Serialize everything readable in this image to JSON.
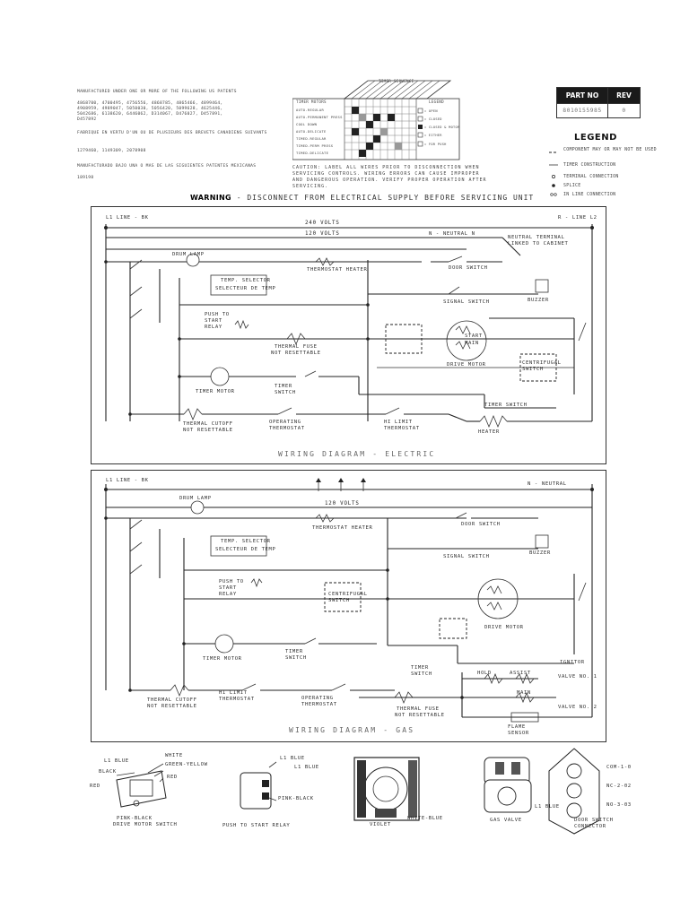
{
  "header": {
    "patent_en": "MANUFACTURED UNDER ONE OR MORE OF THE FOLLOWING US PATENTS",
    "patent_numbers_1": "4868700,  4700495,  4756556,  4868785,  4865466,  4899464,",
    "patent_numbers_2": "4908959,  4989047,  5050030,  5056420,  5099628,  4625446,",
    "patent_numbers_3": "5042686,  6138620,  6446062,  D314067,  D476027,  D457891,",
    "patent_numbers_4": "D457892",
    "patent_fr": "FABRIQUE EN VERTU D'UN OU DE PLUSIEURS DES BREVETS CANADIENS SUIVANTS",
    "patent_fr_numbers": "1279460,  1149309,  2078908",
    "patent_es": "MANUFACTURADO BAJO UNA O MAS DE LAS SIGUIENTES PATENTES MEXICANAS",
    "patent_es_numbers": "189198"
  },
  "timer_chart": {
    "title": "TIMER SEQUENCE",
    "column_header": "TIMER MOTORS",
    "rows": [
      "AUTO-REGULAR",
      "AUTO-PERMANENT PRESS",
      "COOL DOWN",
      "AUTO-DELICATE",
      "TIMED-REGULAR",
      "TIMED-PERM PRESS",
      "TIMED-DELICATE"
    ],
    "legend_title": "LEGEND",
    "legend_items": [
      "= OPEN",
      "= CLOSED",
      "= CLOSED & MOTOR",
      "= EITHER",
      "= FOR PUSH"
    ]
  },
  "part_box": {
    "part_no_label": "PART NO",
    "rev_label": "REV",
    "part_no_value": "8010155985",
    "rev_value": "0"
  },
  "legend": {
    "title": "LEGEND",
    "items": [
      "COMPONENT MAY OR MAY NOT BE USED",
      "TIMER CONSTRUCTION",
      "TERMINAL CONNECTION",
      "SPLICE",
      "IN LINE CONNECTION"
    ]
  },
  "caution": {
    "line1": "CAUTION: LABEL ALL WIRES PRIOR TO DISCONNECTION WHEN",
    "line2": "SERVICING CONTROLS. WIRING ERRORS CAN CAUSE IMPROPER",
    "line3": "AND DANGEROUS OPERATION. VERIFY PROPER OPERATION AFTER",
    "line4": "SERVICING."
  },
  "warning": {
    "label": "WARNING",
    "text": "- DISCONNECT FROM ELECTRICAL SUPPLY BEFORE SERVICING UNIT"
  },
  "electric": {
    "title": "WIRING DIAGRAM - ELECTRIC",
    "l1": "L1 LINE - BK",
    "l2": "R - LINE L2",
    "v240": "240 VOLTS",
    "v120": "120 VOLTS",
    "neutral": "N - NEUTRAL N",
    "neutral_terminal": "NEUTRAL TERMINAL",
    "linked_cabinet": "LINKED TO CABINET",
    "drum_lamp": "DRUM LAMP",
    "thermostat_heater": "THERMOSTAT HEATER",
    "door_switch": "DOOR SWITCH",
    "temp_selector": "TEMP. SELECTOR",
    "temp_selector_fr": "SELECTEUR DE TEMP",
    "signal_switch": "SIGNAL SWITCH",
    "buzzer": "BUZZER",
    "push_start": "PUSH TO START RELAY",
    "thermal_fuse": "THERMAL FUSE",
    "not_resettable": "NOT RESETTABLE",
    "drive_motor": "DRIVE MOTOR",
    "start": "START",
    "main": "MAIN",
    "timer_motor": "TIMER MOTOR",
    "timer_switch": "TIMER SWITCH",
    "timer_switch2": "TIMER SWITCH",
    "thermal_cutoff": "THERMAL CUTOFF",
    "cutoff_nr": "NOT RESETTABLE",
    "operating_thermostat": "OPERATING THERMOSTAT",
    "hi_limit": "HI LIMIT THERMOSTAT",
    "heater": "HEATER",
    "centrifugal": "CENTRIFUGAL SWITCH"
  },
  "gas": {
    "title": "WIRING DIAGRAM - GAS",
    "l1": "L1 LINE - BK",
    "neutral": "N - NEUTRAL",
    "v120": "120 VOLTS",
    "drum_lamp": "DRUM LAMP",
    "thermostat_heater": "THERMOSTAT HEATER",
    "door_switch": "DOOR SWITCH",
    "temp_selector": "TEMP. SELECTOR",
    "temp_selector_fr": "SELECTEUR DE TEMP",
    "signal_switch": "SIGNAL SWITCH",
    "buzzer": "BUZZER",
    "push_start": "PUSH TO START RELAY",
    "centrifugal": "CENTRIFUGAL SWITCH",
    "drive_motor": "DRIVE MOTOR",
    "timer_motor": "TIMER MOTOR",
    "timer_switch": "TIMER SWITCH",
    "timer_switch2": "TIMER SWITCH",
    "thermal_cutoff": "THERMAL CUTOFF",
    "cutoff_nr": "NOT RESETTABLE",
    "hi_limit": "HI LIMIT THERMOSTAT",
    "operating_thermostat": "OPERATING THERMOSTAT",
    "thermal_fuse": "THERMAL FUSE",
    "fuse_nr": "NOT RESETTABLE",
    "ignitor": "IGNITOR",
    "hold": "HOLD",
    "assist": "ASSIST",
    "main": "MAIN",
    "valve1": "VALVE NO. 1",
    "valve2": "VALVE NO. 2",
    "flame_sensor": "FLAME SENSOR"
  },
  "components": {
    "drive_motor_switch": "DRIVE MOTOR SWITCH",
    "push_to_start": "PUSH TO START RELAY",
    "gas_valve": "GAS VALVE",
    "door_switch_conn": "DOOR SWITCH CONNECTOR",
    "l1_blue": "L1 BLUE",
    "white": "WHITE",
    "green_yellow": "GREEN-YELLOW",
    "black": "BLACK",
    "red": "RED",
    "pink_black": "PINK-BLACK",
    "violet": "VIOLET",
    "white_blue": "WHITE-BLUE",
    "com": "COM-1-0",
    "nc": "NC-2-02",
    "no": "NO-3-03"
  }
}
